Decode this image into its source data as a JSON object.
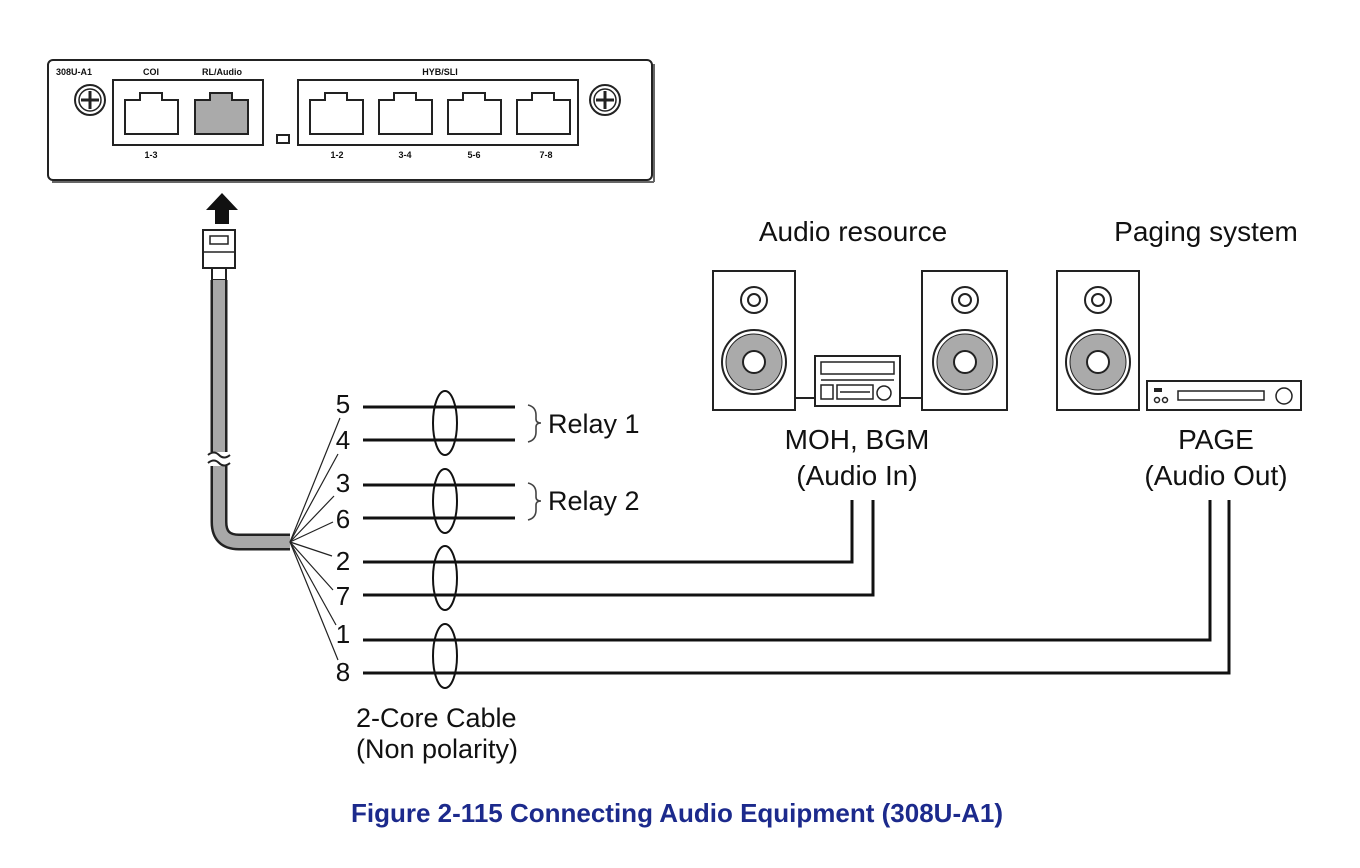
{
  "panel": {
    "model": "308U-A1",
    "co_label": "COI",
    "rl_label": "RL/Audio",
    "co_port": "1-3",
    "hyb_label": "HYB/SLI",
    "hyb_ports": [
      "1-2",
      "3-4",
      "5-6",
      "7-8"
    ]
  },
  "wires": [
    {
      "pin": "5"
    },
    {
      "pin": "4"
    },
    {
      "pin": "3"
    },
    {
      "pin": "6"
    },
    {
      "pin": "2"
    },
    {
      "pin": "7"
    },
    {
      "pin": "1"
    },
    {
      "pin": "8"
    }
  ],
  "relays": [
    "Relay 1",
    "Relay 2"
  ],
  "cable": {
    "line1": "2-Core Cable",
    "line2": "(Non polarity)"
  },
  "audio_resource": {
    "title": "Audio resource",
    "line1": "MOH, BGM",
    "line2": "(Audio In)"
  },
  "paging_system": {
    "title": "Paging system",
    "line1": "PAGE",
    "line2": "(Audio Out)"
  },
  "caption": "Figure 2-115  Connecting Audio Equipment (308U-A1)",
  "colors": {
    "caption": "#1c2a8c",
    "port_active": "#aaaaaa",
    "cable": "#a8a8a8"
  }
}
